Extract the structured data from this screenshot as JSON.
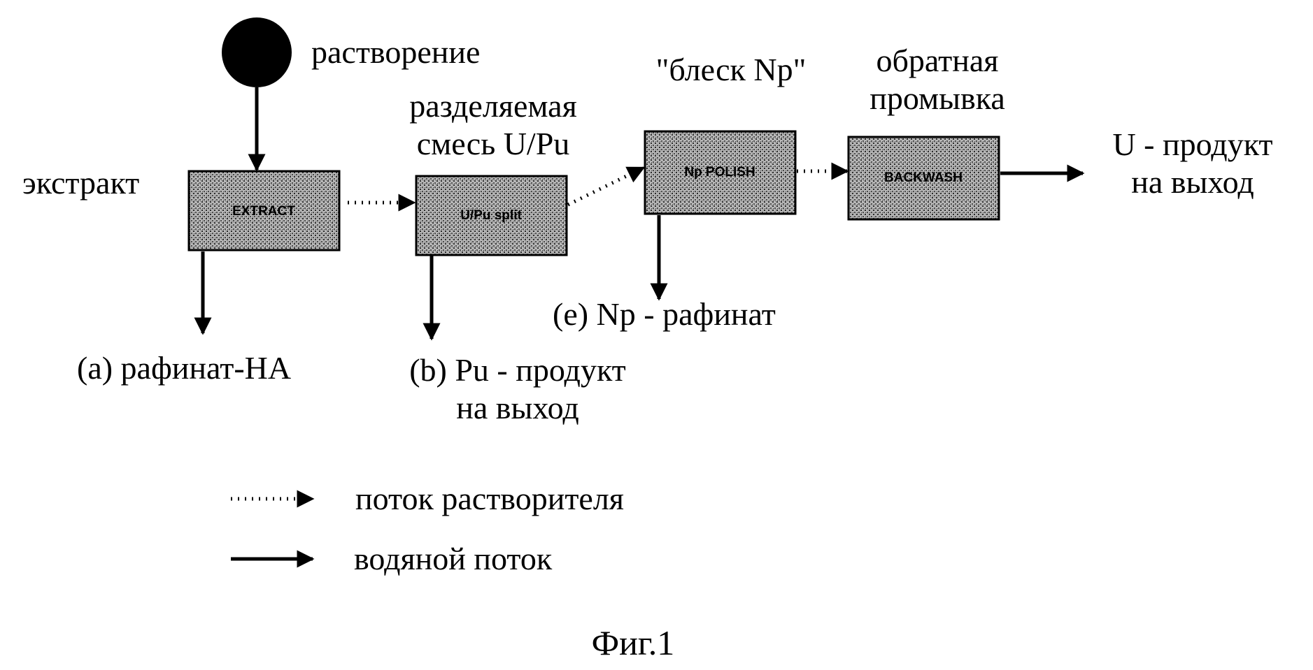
{
  "labels": {
    "dissolution": "растворение",
    "extract": "экстракт",
    "separation": [
      "разделяемая",
      "смесь U/Pu"
    ],
    "np_polish": "\"блеск Np\"",
    "backwash": [
      "обратная",
      "промывка"
    ],
    "u_product": [
      "U - продукт",
      "на выход"
    ],
    "raffinate_ha": "(a) рафинат-НА",
    "pu_product": [
      "(b) Pu - продукт",
      "на выход"
    ],
    "np_raffinate": "(e) Np - рафинат"
  },
  "boxes": {
    "extract": "EXTRACT",
    "separation": "U/Pu split",
    "np_polish": "Np POLISH",
    "backwash": "BACKWASH"
  },
  "legend": {
    "solvent": "поток растворителя",
    "aqueous": "водяной поток"
  },
  "caption": "Фиг.1",
  "colors": {
    "box_fill": "#9a9a9a",
    "line": "#000000"
  }
}
